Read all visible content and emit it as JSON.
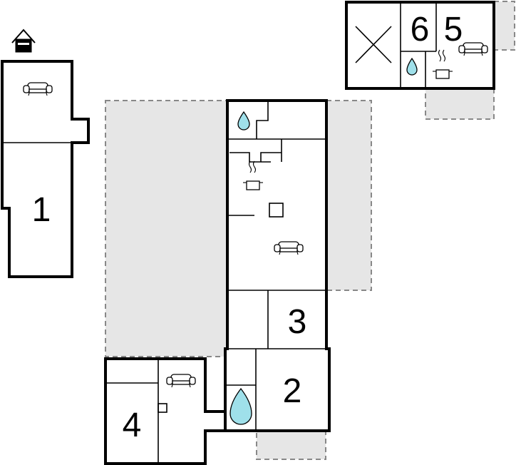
{
  "rooms": [
    {
      "id": "1",
      "label": "1"
    },
    {
      "id": "2",
      "label": "2"
    },
    {
      "id": "3",
      "label": "3"
    },
    {
      "id": "4",
      "label": "4"
    },
    {
      "id": "5",
      "label": "5"
    },
    {
      "id": "6",
      "label": "6"
    }
  ],
  "icons": [
    "entrance-icon",
    "sofa-icon",
    "cooking-pot-icon",
    "water-drop-icon",
    "cross-icon"
  ]
}
